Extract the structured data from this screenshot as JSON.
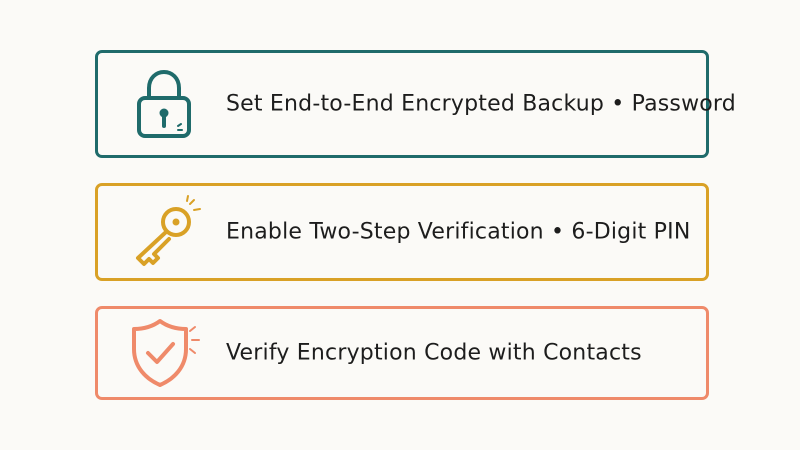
{
  "steps": [
    {
      "label": "Set End-to-End Encrypted Backup • Password",
      "icon": "padlock-icon",
      "color": "#1f6b6b"
    },
    {
      "label": "Enable Two-Step Verification • 6-Digit PIN",
      "icon": "key-icon",
      "color": "#d9a126"
    },
    {
      "label": "Verify Encryption Code with Contacts",
      "icon": "shield-check-icon",
      "color": "#ef8a6a"
    }
  ]
}
